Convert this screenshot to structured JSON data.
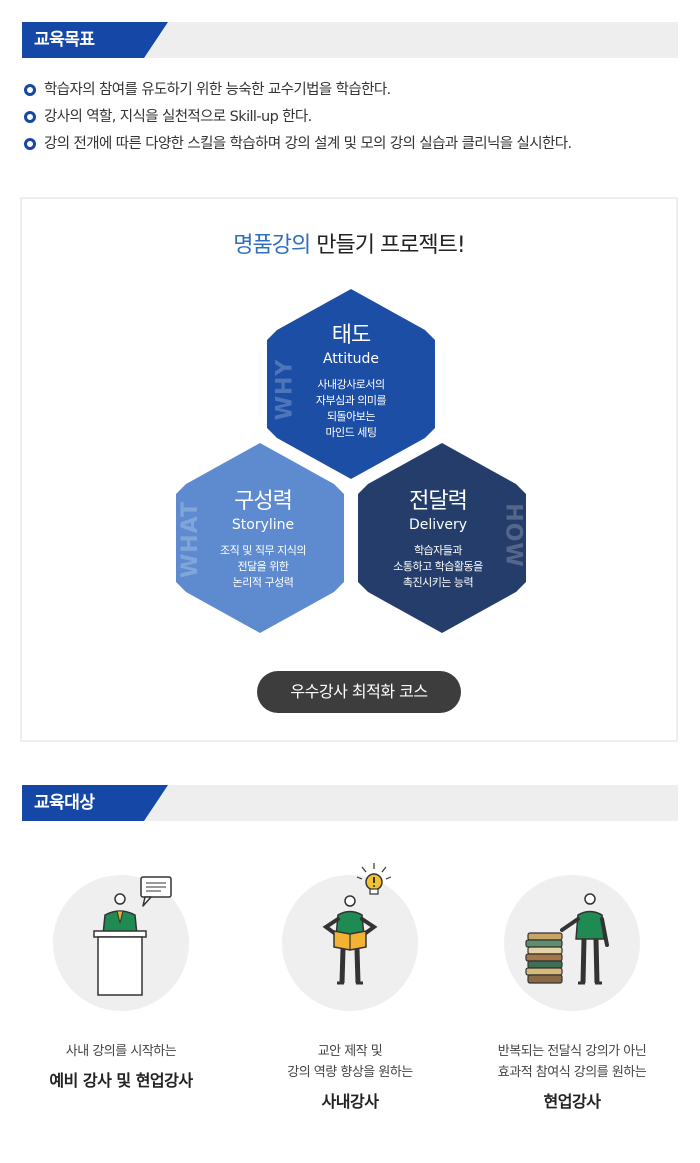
{
  "goals_section": {
    "title": "교육목표",
    "items": [
      "학습자의 참여를 유도하기 위한 능숙한 교수기법을 학습한다.",
      "강사의 역할, 지식을 실천적으로 Skill-up 한다.",
      "강의 전개에 따른 다양한 스킬을 학습하며 강의 설계 및 모의 강의 실습과 클리닉을 실시한다."
    ]
  },
  "project": {
    "title_accent": "명품강의",
    "title_rest": " 만들기 프로젝트!",
    "hexagons": [
      {
        "side": "WHY",
        "name": "태도",
        "en": "Attitude",
        "desc": [
          "사내강사로서의",
          "자부심과 의미를",
          "되돌아보는",
          "마인드 세팅"
        ],
        "color": "#1d4ea6"
      },
      {
        "side": "WHAT",
        "name": "구성력",
        "en": "Storyline",
        "desc": [
          "조직 및 직무 지식의",
          "전달을 위한",
          "논리적 구성력"
        ],
        "color": "#5e8bd0"
      },
      {
        "side": "HOW",
        "name": "전달력",
        "en": "Delivery",
        "desc": [
          "학습자들과",
          "소통하고 학습활동을",
          "촉진시키는 능력"
        ],
        "color": "#243d6b"
      }
    ],
    "course_label": "우수강사 최적화 코스"
  },
  "targets_section": {
    "title": "교육대상",
    "items": [
      {
        "desc": [
          "사내 강의를 시작하는"
        ],
        "strong": "예비 강사 및 현업강사",
        "icon": "lecturer-at-podium-icon"
      },
      {
        "desc": [
          "교안 제작 및",
          "강의 역량 향상을 원하는"
        ],
        "strong": "사내강사",
        "icon": "person-with-book-idea-icon"
      },
      {
        "desc": [
          "반복되는 전달식 강의가 아닌",
          "효과적 참여식 강의를 원하는"
        ],
        "strong": "현업강사",
        "icon": "person-with-books-icon"
      }
    ]
  }
}
